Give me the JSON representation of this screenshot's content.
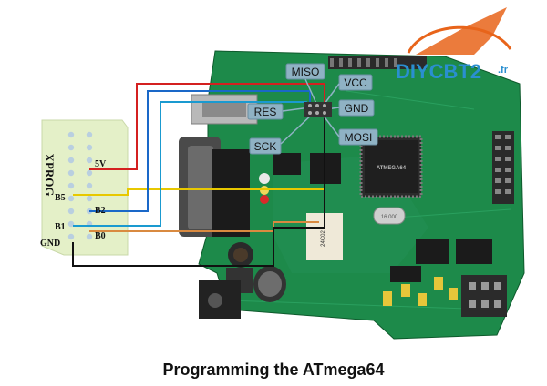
{
  "caption": "Programming the ATmega64",
  "connector": {
    "title": "XPROG",
    "pins": {
      "vcc": "5V",
      "b5": "B5",
      "b2": "B2",
      "b1": "B1",
      "b0": "B0",
      "gnd": "GND"
    }
  },
  "board_labels": {
    "miso": "MISO",
    "vcc": "VCC",
    "res": "RES",
    "gnd": "GND",
    "sck": "SCK",
    "mosi": "MOSI"
  },
  "chip_markings": {
    "mcu": "ATMEGA64",
    "eeprom": "24C02",
    "crystal": "16.000"
  },
  "logo": {
    "text": "DIYCBT2",
    "suffix": ".fr"
  },
  "colors": {
    "board": "#1d8a4a",
    "wire_5v": "#d42020",
    "wire_b5": "#e8c800",
    "wire_b2": "#1a68c8",
    "wire_b1": "#1a9ad0",
    "wire_b0": "#d98a40",
    "wire_gnd": "#111111",
    "label_bg": "#8fb2c4",
    "logo_blue": "#2a8fd0",
    "logo_orange": "#e8641a"
  }
}
